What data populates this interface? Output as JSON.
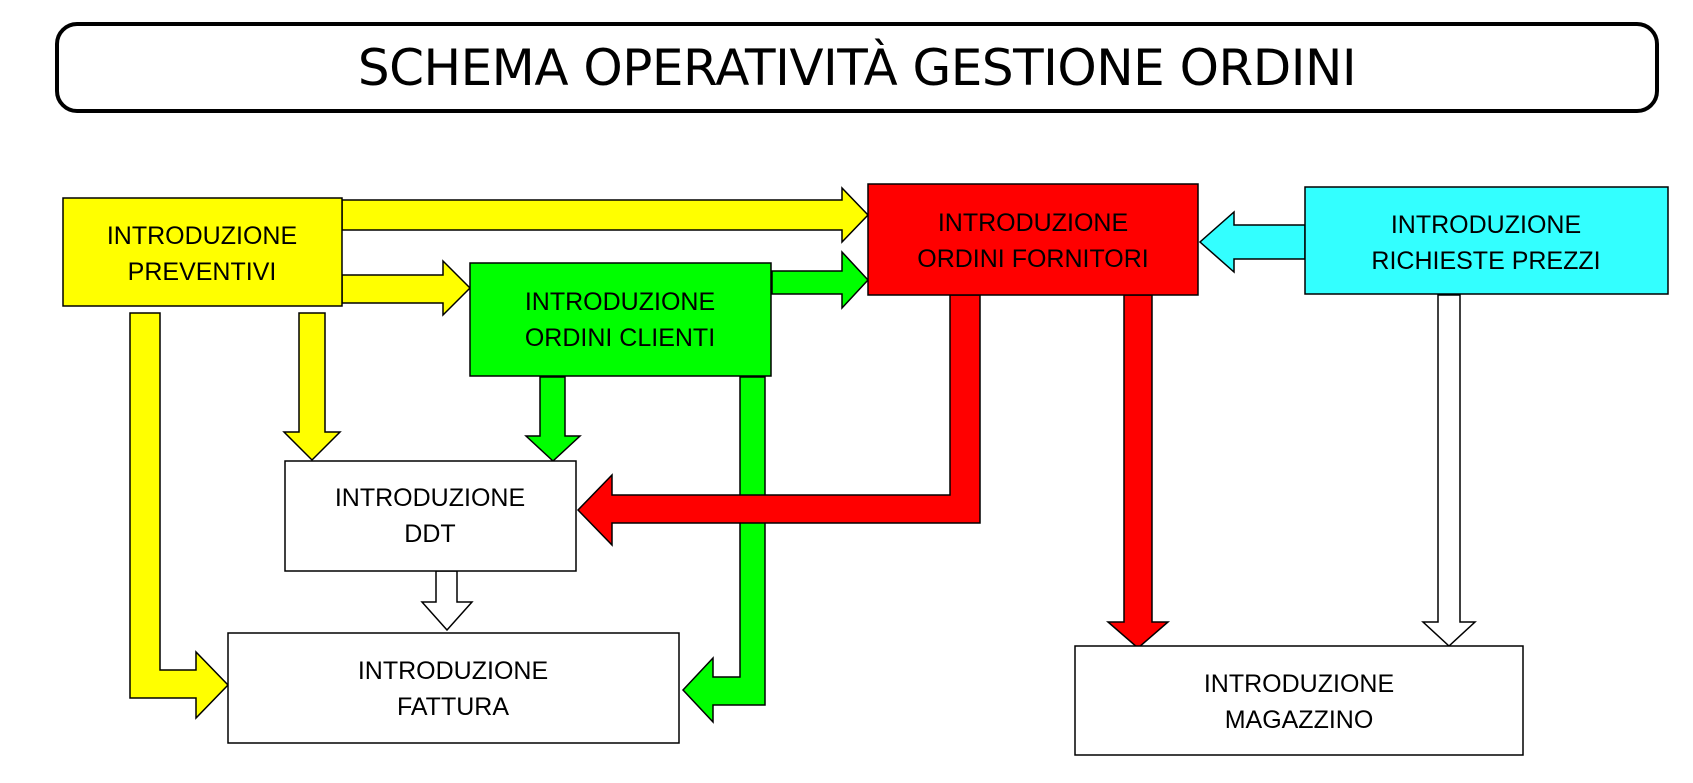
{
  "title": "SCHEMA OPERATIVITÀ GESTIONE ORDINI",
  "colors": {
    "yellow": "#ffff00",
    "green": "#00ff00",
    "red": "#ff0000",
    "cyan": "#33ffff",
    "white": "#ffffff",
    "outline": "#000000"
  },
  "nodes": {
    "preventivi": {
      "line1": "INTRODUZIONE",
      "line2": "PREVENTIVI"
    },
    "ordini_clienti": {
      "line1": "INTRODUZIONE",
      "line2": "ORDINI CLIENTI"
    },
    "ordini_fornitori": {
      "line1": "INTRODUZIONE",
      "line2": "ORDINI FORNITORI"
    },
    "richieste_prezzi": {
      "line1": "INTRODUZIONE",
      "line2": "RICHIESTE PREZZI"
    },
    "ddt": {
      "line1": "INTRODUZIONE",
      "line2": "DDT"
    },
    "fattura": {
      "line1": "INTRODUZIONE",
      "line2": "FATTURA"
    },
    "magazzino": {
      "line1": "INTRODUZIONE",
      "line2": "MAGAZZINO"
    }
  }
}
